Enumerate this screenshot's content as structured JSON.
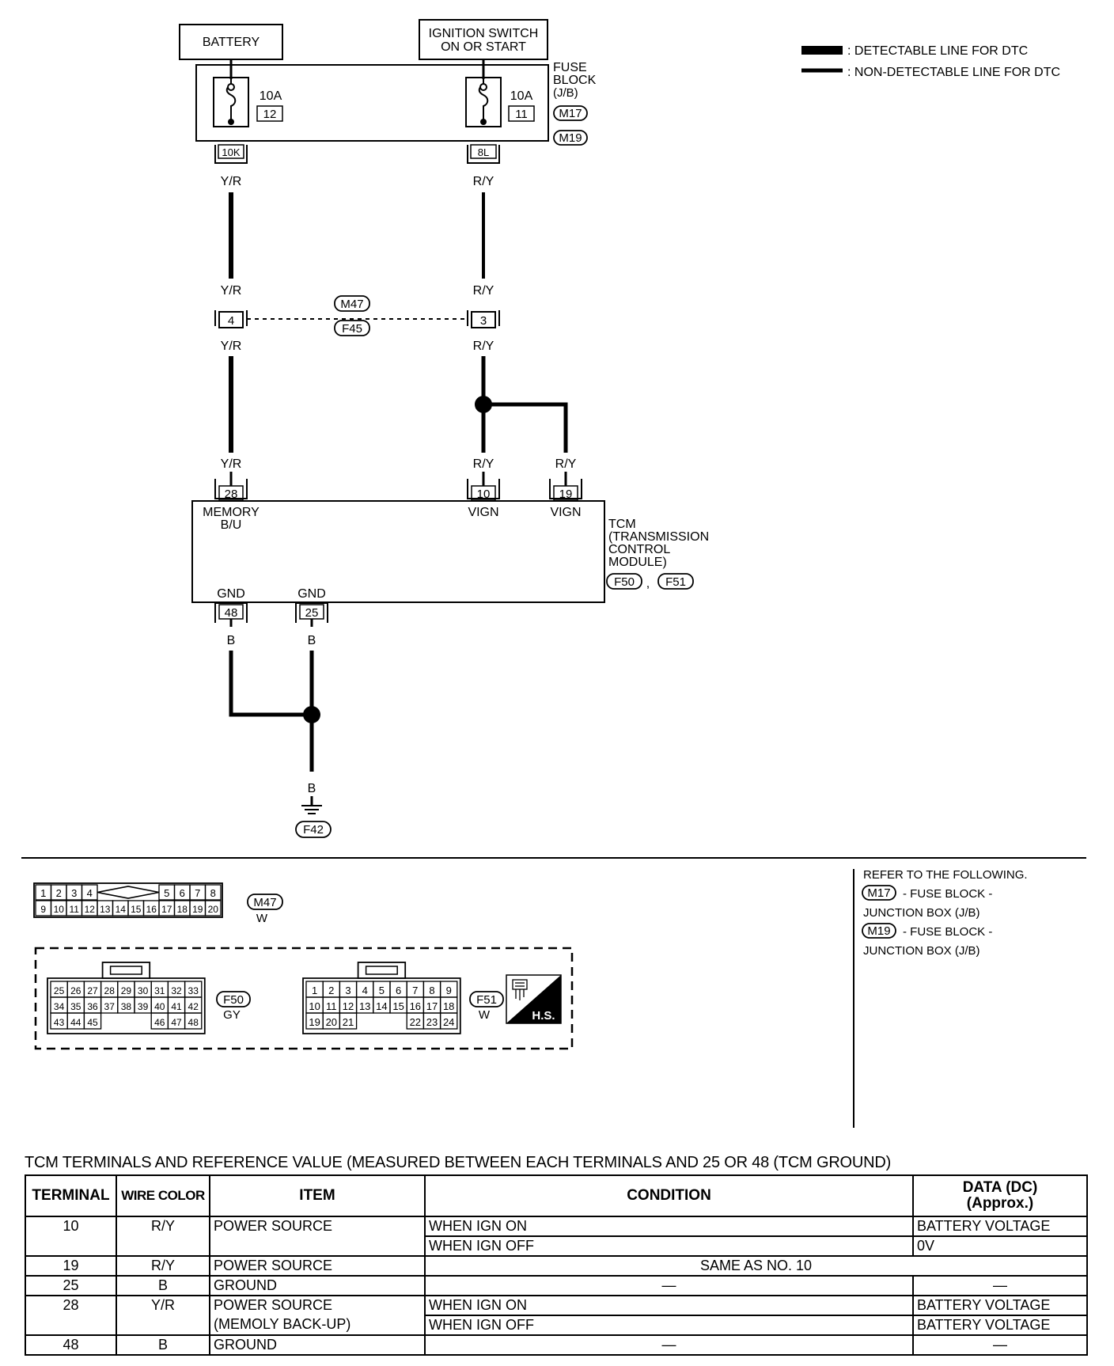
{
  "legend": {
    "detectable": ": DETECTABLE LINE FOR DTC",
    "non_detectable": ": NON-DETECTABLE LINE FOR DTC"
  },
  "components": {
    "battery": "BATTERY",
    "ignition_line1": "IGNITION SWITCH",
    "ignition_line2": "ON OR START",
    "fuse_block_line1": "FUSE",
    "fuse_block_line2": "BLOCK",
    "fuse_block_line3": "(J/B)",
    "fuse_left_rating": "10A",
    "fuse_left_number": "12",
    "fuse_right_rating": "10A",
    "fuse_right_number": "11",
    "fb_connector1": "M17",
    "fb_connector2": "M19",
    "fb_term_left": "10K",
    "fb_term_right": "8L",
    "tcm_line1": "TCM",
    "tcm_line2": "(TRANSMISSION",
    "tcm_line3": "CONTROL",
    "tcm_line4": "MODULE)",
    "tcm_conn1": "F50",
    "tcm_comma": ",",
    "tcm_conn2": "F51",
    "ground": "F42"
  },
  "wires": {
    "yr": "Y/R",
    "ry": "R/Y",
    "b": "B"
  },
  "connectors": {
    "jc_left": "4",
    "jc_right": "3",
    "jc_top": "M47",
    "jc_bottom": "F45",
    "t28": "28",
    "t10": "10",
    "t19": "19",
    "t48": "48",
    "t25": "25"
  },
  "tcm_pins": {
    "memory": "MEMORY",
    "bu": "B/U",
    "vign10": "VIGN",
    "vign19": "VIGN",
    "gnd48": "GND",
    "gnd25": "GND"
  },
  "connector_views": {
    "m47": {
      "label": "M47",
      "color": "W",
      "top_left": [
        "1",
        "2",
        "3",
        "4"
      ],
      "top_right": [
        "5",
        "6",
        "7",
        "8"
      ],
      "bottom": [
        "9",
        "10",
        "11",
        "12",
        "13",
        "14",
        "15",
        "16",
        "17",
        "18",
        "19",
        "20"
      ]
    },
    "f50": {
      "label": "F50",
      "color": "GY",
      "row1": [
        "25",
        "26",
        "27",
        "28",
        "29",
        "30",
        "31",
        "32",
        "33"
      ],
      "row2": [
        "34",
        "35",
        "36",
        "37",
        "38",
        "39",
        "40",
        "41",
        "42"
      ],
      "row3_left": [
        "43",
        "44",
        "45"
      ],
      "row3_right": [
        "46",
        "47",
        "48"
      ]
    },
    "f51": {
      "label": "F51",
      "color": "W",
      "row1": [
        "1",
        "2",
        "3",
        "4",
        "5",
        "6",
        "7",
        "8",
        "9"
      ],
      "row2": [
        "10",
        "11",
        "12",
        "13",
        "14",
        "15",
        "16",
        "17",
        "18"
      ],
      "row3_left": [
        "19",
        "20",
        "21"
      ],
      "row3_right": [
        "22",
        "23",
        "24"
      ]
    },
    "hs": "H.S."
  },
  "refer": {
    "line1": "REFER TO THE FOLLOWING.",
    "m17_label": "M17",
    "m17_text": "- FUSE BLOCK -",
    "m17_text2": "JUNCTION BOX (J/B)",
    "m19_label": "M19",
    "m19_text": "- FUSE BLOCK -",
    "m19_text2": "JUNCTION BOX (J/B)"
  },
  "table": {
    "title": "TCM TERMINALS AND REFERENCE VALUE (MEASURED BETWEEN EACH TERMINALS AND 25 OR 48 (TCM GROUND)",
    "headers": {
      "terminal": "TERMINAL",
      "wire": "WIRE COLOR",
      "item": "ITEM",
      "condition": "CONDITION",
      "data1": "DATA (DC)",
      "data2": "(Approx.)"
    },
    "r10": {
      "terminal": "10",
      "wire": "R/Y",
      "item": "POWER SOURCE",
      "cond1": "WHEN IGN ON",
      "data1": "BATTERY VOLTAGE",
      "cond2": "WHEN IGN OFF",
      "data2": "0V"
    },
    "r19": {
      "terminal": "19",
      "wire": "R/Y",
      "item": "POWER SOURCE",
      "cond": "SAME AS NO. 10"
    },
    "r25": {
      "terminal": "25",
      "wire": "B",
      "item": "GROUND",
      "cond": "—",
      "data": "—"
    },
    "r28": {
      "terminal": "28",
      "wire": "Y/R",
      "item1": "POWER SOURCE",
      "item2": "(MEMOLY BACK-UP)",
      "cond1": "WHEN IGN ON",
      "data1": "BATTERY VOLTAGE",
      "cond2": "WHEN IGN OFF",
      "data2": "BATTERY VOLTAGE"
    },
    "r48": {
      "terminal": "48",
      "wire": "B",
      "item": "GROUND",
      "cond": "—",
      "data": "—"
    }
  }
}
